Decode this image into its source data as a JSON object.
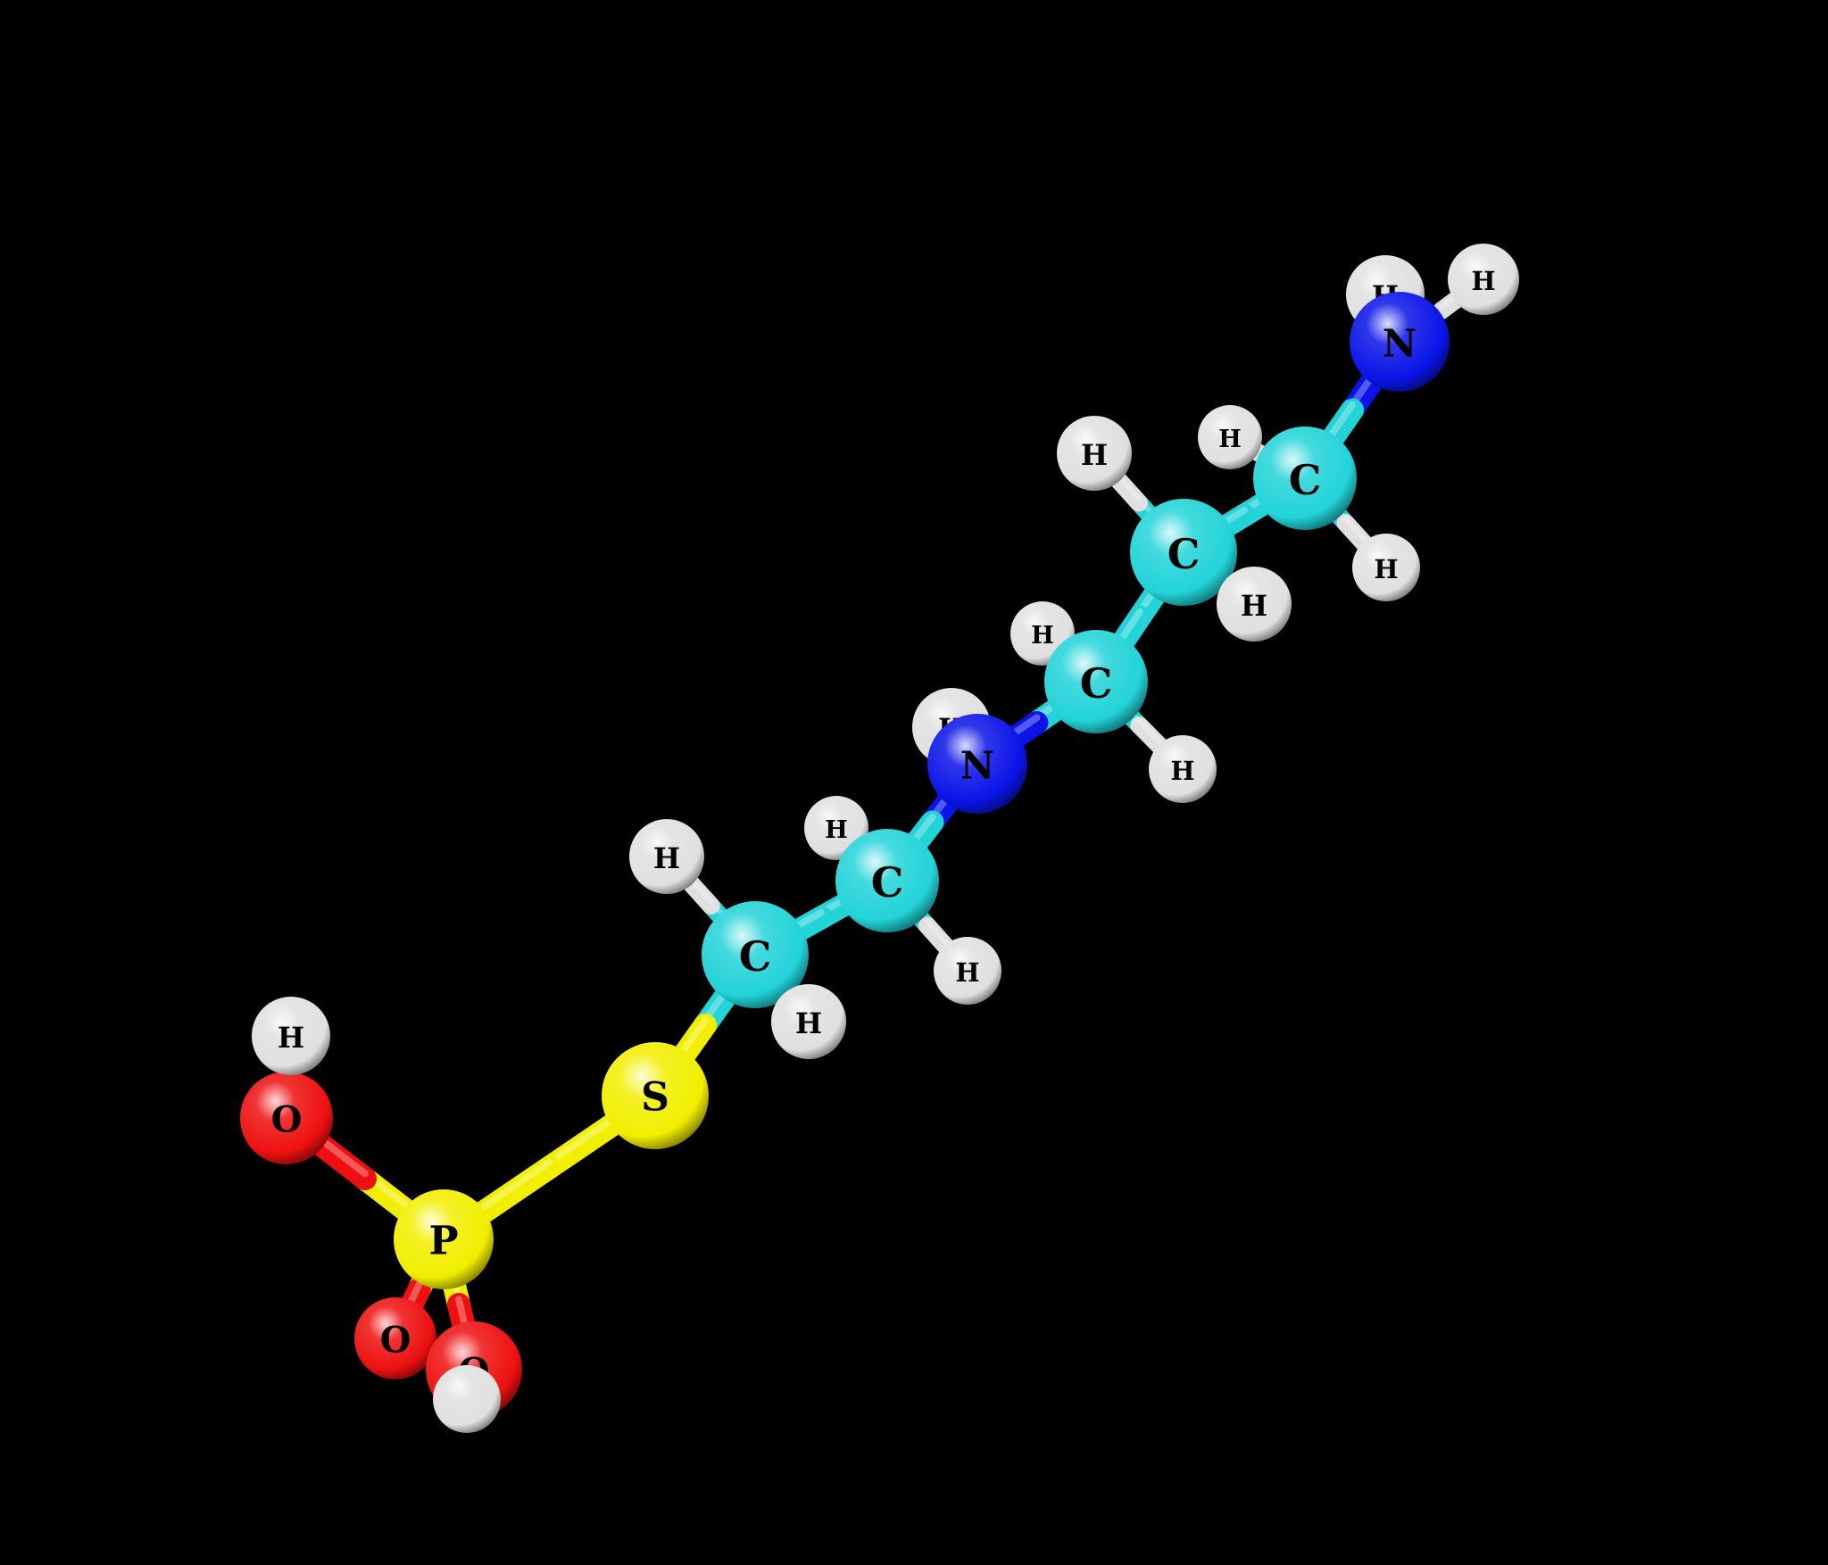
{
  "colors": {
    "background": "#000000",
    "C": "#22d3d8",
    "N": "#0a14e8",
    "O": "#ee1010",
    "S": "#f2ee00",
    "P": "#f2ee00",
    "H": "#e0e0e0"
  },
  "atoms": [
    {
      "id": "a1",
      "element": "H",
      "label": "H"
    },
    {
      "id": "a2",
      "element": "H",
      "label": "H"
    },
    {
      "id": "a3",
      "element": "N",
      "label": "N"
    },
    {
      "id": "a4",
      "element": "H",
      "label": "H"
    },
    {
      "id": "a5",
      "element": "C",
      "label": "C"
    },
    {
      "id": "a6",
      "element": "H",
      "label": "H"
    },
    {
      "id": "a7",
      "element": "H",
      "label": "H"
    },
    {
      "id": "a8",
      "element": "C",
      "label": "C"
    },
    {
      "id": "a9",
      "element": "H",
      "label": "H"
    },
    {
      "id": "a10",
      "element": "H",
      "label": "H"
    },
    {
      "id": "a11",
      "element": "C",
      "label": "C"
    },
    {
      "id": "a12",
      "element": "H",
      "label": "H"
    },
    {
      "id": "a13",
      "element": "H",
      "label": "H"
    },
    {
      "id": "a14",
      "element": "N",
      "label": "N"
    },
    {
      "id": "a15",
      "element": "H",
      "label": "H"
    },
    {
      "id": "a16",
      "element": "C",
      "label": "C"
    },
    {
      "id": "a17",
      "element": "H",
      "label": "H"
    },
    {
      "id": "a18",
      "element": "H",
      "label": "H"
    },
    {
      "id": "a19",
      "element": "C",
      "label": "C"
    },
    {
      "id": "a20",
      "element": "H",
      "label": "H"
    },
    {
      "id": "a21",
      "element": "H",
      "label": "H"
    },
    {
      "id": "a22",
      "element": "S",
      "label": "S"
    },
    {
      "id": "a23",
      "element": "P",
      "label": "P"
    },
    {
      "id": "a24",
      "element": "O",
      "label": "O"
    },
    {
      "id": "a25",
      "element": "H",
      "label": "H"
    },
    {
      "id": "a26",
      "element": "O",
      "label": "O"
    },
    {
      "id": "a27",
      "element": "O",
      "label": "O"
    },
    {
      "id": "a28",
      "element": "H",
      "label": ""
    }
  ],
  "bonds": [
    [
      "a3",
      "a1"
    ],
    [
      "a3",
      "a2"
    ],
    [
      "a3",
      "a5"
    ],
    [
      "a5",
      "a4"
    ],
    [
      "a5",
      "a6"
    ],
    [
      "a5",
      "a8"
    ],
    [
      "a8",
      "a7"
    ],
    [
      "a8",
      "a9"
    ],
    [
      "a8",
      "a11"
    ],
    [
      "a11",
      "a10"
    ],
    [
      "a11",
      "a12"
    ],
    [
      "a11",
      "a14"
    ],
    [
      "a14",
      "a13"
    ],
    [
      "a14",
      "a16"
    ],
    [
      "a16",
      "a15"
    ],
    [
      "a16",
      "a17"
    ],
    [
      "a16",
      "a19"
    ],
    [
      "a19",
      "a18"
    ],
    [
      "a19",
      "a20"
    ],
    [
      "a19",
      "a22"
    ],
    [
      "a22",
      "a23"
    ],
    [
      "a23",
      "a24"
    ],
    [
      "a23",
      "a26"
    ],
    [
      "a23",
      "a27"
    ],
    [
      "a24",
      "a25"
    ],
    [
      "a27",
      "a28"
    ]
  ]
}
